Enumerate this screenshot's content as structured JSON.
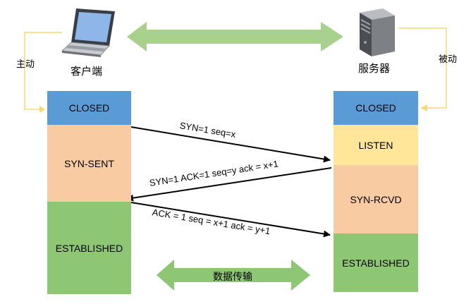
{
  "client": {
    "label": "客户端",
    "mode_label": "主动"
  },
  "server": {
    "label": "服务器",
    "mode_label": "被动"
  },
  "client_states": [
    "CLOSED",
    "SYN-SENT",
    "ESTABLISHED"
  ],
  "server_states": [
    "CLOSED",
    "LISTEN",
    "SYN-RCVD",
    "ESTABLISHED"
  ],
  "messages": [
    "SYN=1  seq=x",
    "SYN=1 ACK=1 seq=y ack = x+1",
    "ACK = 1 seq = x+1 ack = y+1"
  ],
  "data_transfer_label": "数据传输",
  "colors": {
    "closed": "#5b9bd5",
    "syn_sent": "#f8cba3",
    "established": "#8dc774",
    "listen": "#ffe699",
    "syn_rcvd": "#f8cba3",
    "double_arrow": "#a9d18e",
    "connector": "#f7d77a"
  }
}
